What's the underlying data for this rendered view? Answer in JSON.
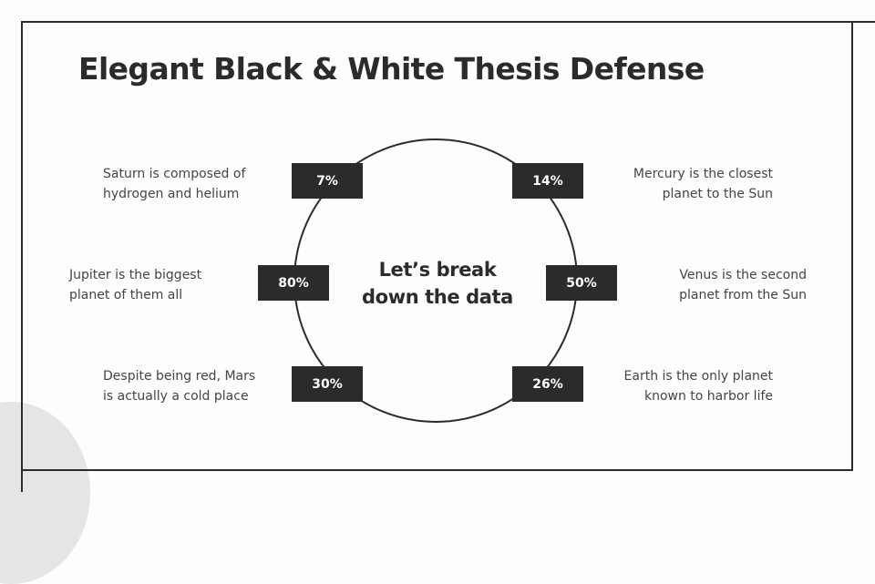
{
  "slide": {
    "title": "Elegant Black & White Thesis Defense",
    "center_text_line1": "Let’s break",
    "center_text_line2": "down the data",
    "colors": {
      "dark": "#2b2b2b",
      "background": "#fdfdfd",
      "decoration": "#e6e5e6"
    }
  },
  "items": [
    {
      "value": "7%",
      "line1": "Saturn is composed of",
      "line2": "hydrogen and helium"
    },
    {
      "value": "14%",
      "line1": "Mercury is the closest",
      "line2": "planet to the Sun"
    },
    {
      "value": "80%",
      "line1": "Jupiter is the biggest",
      "line2": "planet of them all"
    },
    {
      "value": "50%",
      "line1": "Venus is the second",
      "line2": "planet from the Sun"
    },
    {
      "value": "30%",
      "line1": "Despite being red, Mars",
      "line2": "is actually a cold place"
    },
    {
      "value": "26%",
      "line1": "Earth is the only planet",
      "line2": "known to harbor life"
    }
  ]
}
